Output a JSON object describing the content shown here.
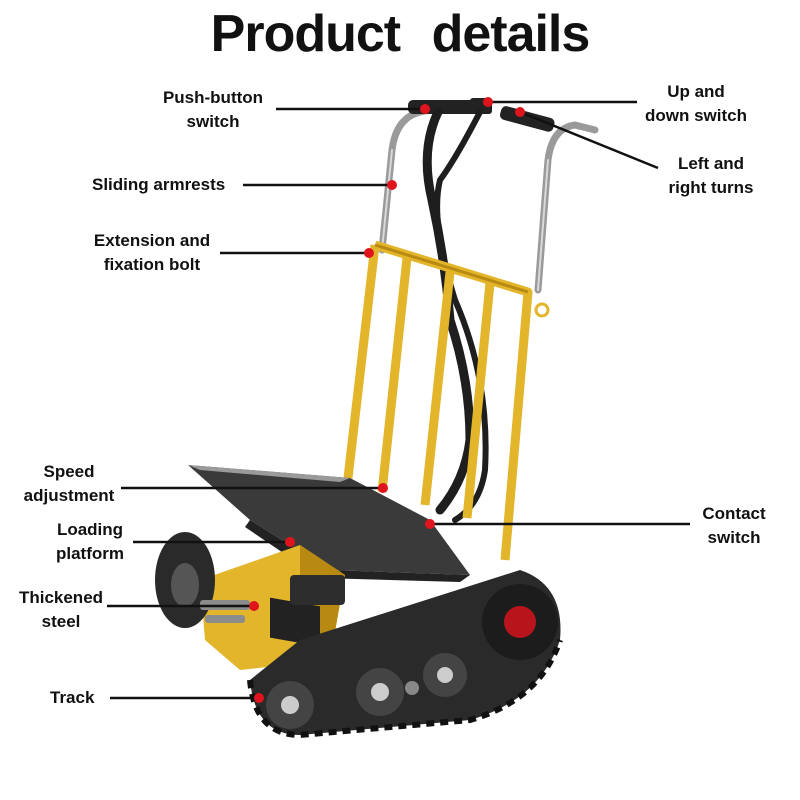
{
  "title": "Product   details",
  "labels": {
    "push_button": [
      "Push-button",
      "switch"
    ],
    "sliding": [
      "Sliding armrests"
    ],
    "extension": [
      "Extension and",
      "fixation bolt"
    ],
    "speed": [
      "Speed",
      "adjustment"
    ],
    "loading": [
      "Loading",
      "platform"
    ],
    "thickened": [
      "Thickened",
      "steel"
    ],
    "track": [
      "Track"
    ],
    "up_down": [
      "Up and",
      "down switch"
    ],
    "left_right": [
      "Left and",
      "right turns"
    ],
    "contact": [
      "Contact",
      "switch"
    ]
  },
  "colors": {
    "frame": "#E3B52B",
    "frame_dark": "#B88A12",
    "rubber": "#2A2A2A",
    "steel": "#8C8C8C",
    "plate": "#3E3E3E",
    "marker": "#E0141C",
    "line": "#111111"
  }
}
